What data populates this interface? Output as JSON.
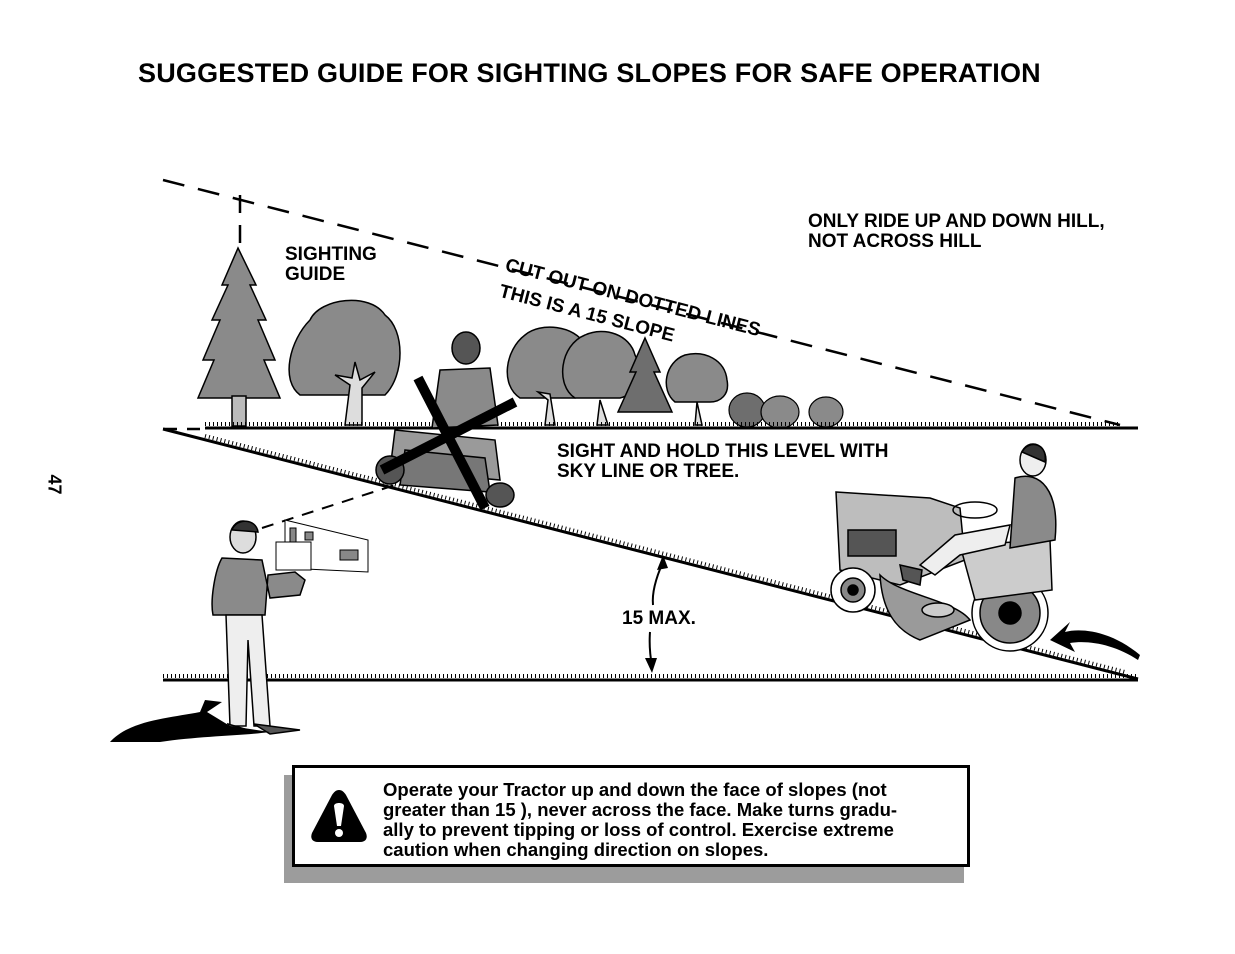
{
  "title": "SUGGESTED GUIDE FOR SIGHTING SLOPES FOR SAFE OPERATION",
  "page_number": "47",
  "labels": {
    "sighting_guide_1": "SIGHTING",
    "sighting_guide_2": "GUIDE",
    "cut_out": "CUT OUT ON DOTTED LINES",
    "slope": "THIS IS A 15  SLOPE",
    "ride_1": "ONLY RIDE UP AND DOWN HILL,",
    "ride_2": "NOT ACROSS HILL",
    "sight_1": "SIGHT AND HOLD THIS LEVEL WITH",
    "sight_2": "SKY LINE OR TREE.",
    "max": "15  MAX."
  },
  "warning": {
    "line_1": "Operate your Tractor up and down the face of slopes (not",
    "line_2": "greater than 15 ), never across the face. Make turns gradu-",
    "line_3": "ally to prevent tipping or loss of control. Exercise extreme",
    "line_4": "caution when changing direction on slopes."
  },
  "colors": {
    "tree_gray": "#8a8a8a",
    "dark_gray": "#6e6e6e",
    "shadow_gray": "#9c9c9c"
  }
}
